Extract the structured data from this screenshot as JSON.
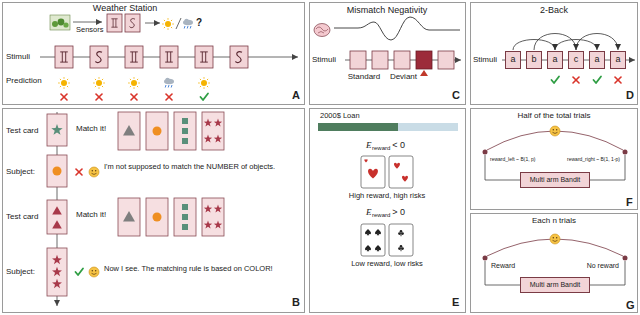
{
  "diagram": {
    "nodes": [
      {
        "text": [
          "Weather Station",
          "Sensors",
          "?",
          "Stimuli",
          "Prediction",
          "A"
        ]
      },
      {
        "text": [
          "Test card",
          "Match it!",
          "Subject:",
          "I'm not supposed to match the NUMBER of objects.",
          "Test card",
          "Match it!",
          "Subject:",
          "Now I see. The matching rule is based on COLOR!",
          "B"
        ]
      },
      {
        "text": [
          "Mismatch Negativity",
          "Stimuli",
          "Standard",
          "Deviant",
          "C"
        ]
      },
      {
        "text": [
          "2-Back",
          "Stimuli",
          "D"
        ]
      },
      {
        "text": [
          "a"
        ],
        "in": 3
      },
      {
        "text": [
          "b"
        ],
        "in": 3
      },
      {
        "text": [
          "a"
        ],
        "in": 3
      },
      {
        "text": [
          "c"
        ],
        "in": 3
      },
      {
        "text": [
          "a"
        ],
        "in": 3
      },
      {
        "text": [
          "a"
        ],
        "in": 3
      },
      {
        "text": [
          "2000$ Loan",
          "E",
          "reward",
          "< 0",
          "High reward, high risks",
          "E",
          "reward",
          "> 0",
          "Low reward, low risks",
          "E"
        ]
      },
      {
        "text": [
          "Half of the total trials",
          "reward_left ~ B(1, p)",
          "reward_right ~ B(1, 1-p)",
          "F"
        ]
      },
      {
        "text": [
          "Multi arm Bandit"
        ],
        "in": 11
      },
      {
        "text": [
          "Each n trials",
          "Reward",
          "No reward",
          "G"
        ]
      },
      {
        "text": [
          "Multi arm Bandit"
        ],
        "in": 13
      }
    ],
    "edges": [
      {
        "from": 4,
        "to": 6,
        "arrow": "to"
      },
      {
        "from": 5,
        "to": 7,
        "arrow": "to"
      },
      {
        "from": 6,
        "to": 8,
        "arrow": "to"
      },
      {
        "from": 7,
        "to": 9,
        "arrow": "to"
      }
    ]
  }
}
